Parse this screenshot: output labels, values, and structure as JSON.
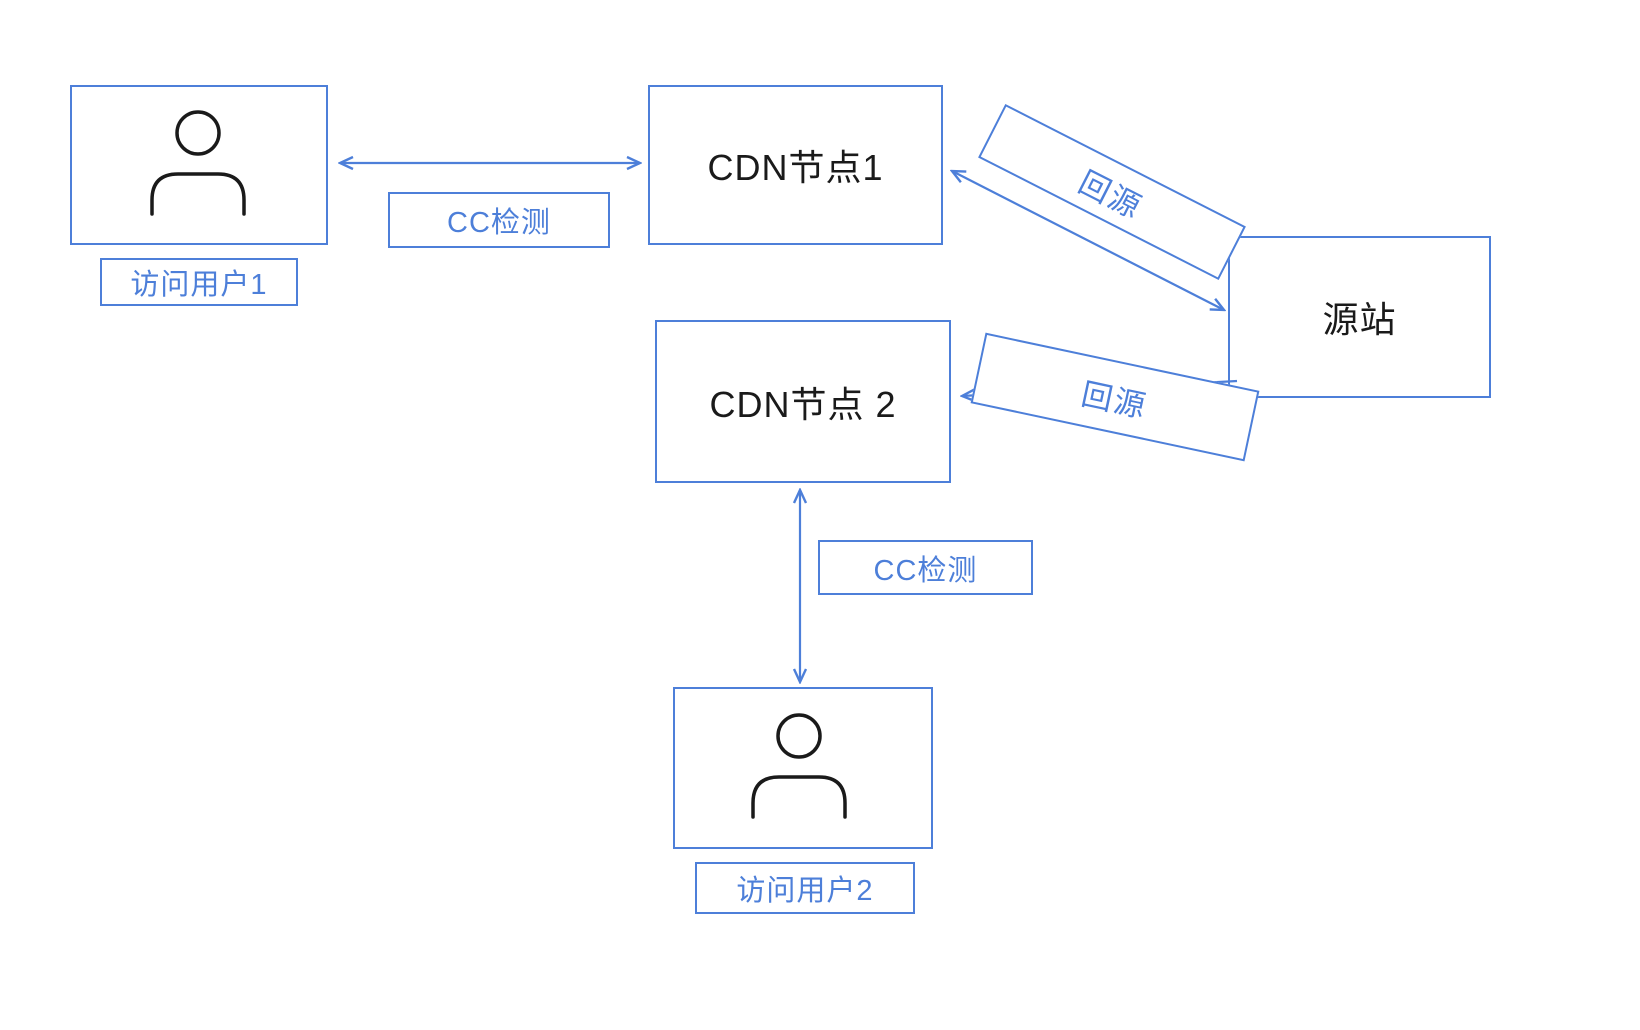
{
  "colors": {
    "accent": "#4d7fd9",
    "node_text": "#1a1a1a",
    "background": "#ffffff"
  },
  "nodes": {
    "user1": {
      "caption": "访问用户1"
    },
    "cdn1": {
      "label": "CDN节点1"
    },
    "origin": {
      "label": "源站"
    },
    "cdn2": {
      "label": "CDN节点 2"
    },
    "user2": {
      "caption": "访问用户2"
    }
  },
  "edges": {
    "cc_check_1": {
      "label": "CC检测"
    },
    "cc_check_2": {
      "label": "CC检测"
    },
    "back_to_origin_1": {
      "label": "回源"
    },
    "back_to_origin_2": {
      "label": "回源"
    }
  }
}
